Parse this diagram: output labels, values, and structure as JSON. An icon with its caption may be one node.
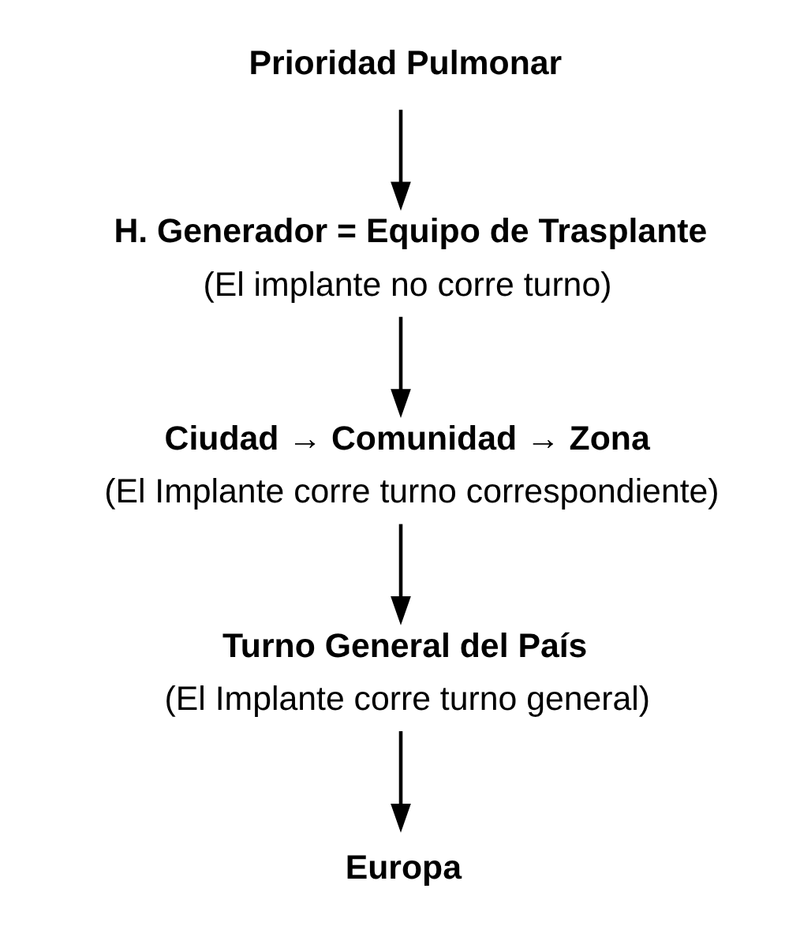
{
  "diagram": {
    "nodes": [
      {
        "text": [
          "Prioridad Pulmonar"
        ]
      },
      {
        "text": [
          "H. Generador = Equipo de Trasplante",
          "(El implante no corre turno)"
        ]
      },
      {
        "text": [
          "Ciudad → Comunidad → Zona",
          "(El Implante corre turno correspondiente)"
        ]
      },
      {
        "text": [
          "Turno General del País",
          "(El Implante corre turno general)"
        ]
      },
      {
        "text": [
          "Europa"
        ]
      }
    ],
    "edges": [
      {
        "from": 0,
        "to": 1,
        "arrow": "to"
      },
      {
        "from": 1,
        "to": 2,
        "arrow": "to"
      },
      {
        "from": 2,
        "to": 3,
        "arrow": "to"
      },
      {
        "from": 3,
        "to": 4,
        "arrow": "to"
      }
    ]
  }
}
